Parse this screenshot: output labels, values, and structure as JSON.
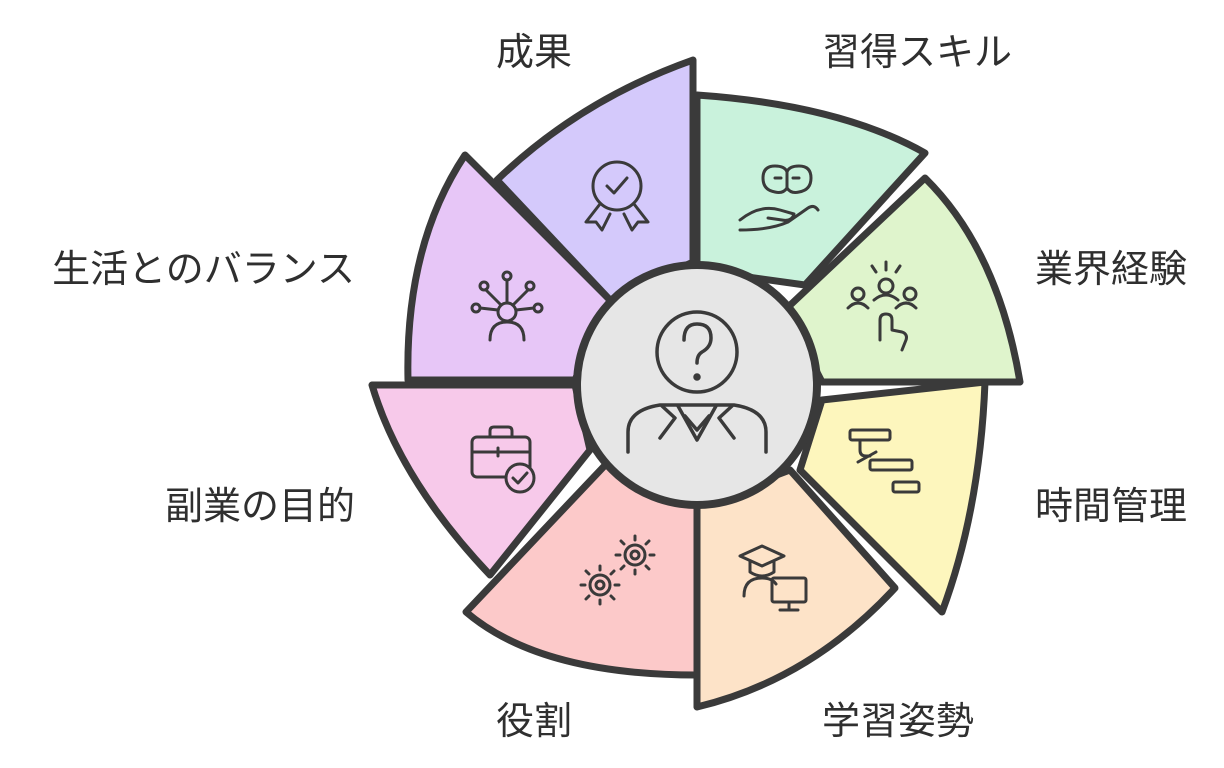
{
  "diagram": {
    "center": {
      "icon": "person-question-icon"
    },
    "segments": [
      {
        "id": "skill",
        "label": "習得スキル",
        "color": "#c9f2dc",
        "icon": "brain-hand-icon"
      },
      {
        "id": "industry",
        "label": "業界経験",
        "color": "#dff4cc",
        "icon": "team-pointer-icon"
      },
      {
        "id": "time",
        "label": "時間管理",
        "color": "#fdf6bd",
        "icon": "gantt-icon"
      },
      {
        "id": "learning",
        "label": "学習姿勢",
        "color": "#fde3c8",
        "icon": "graduate-computer-icon"
      },
      {
        "id": "role",
        "label": "役割",
        "color": "#fcc9c9",
        "icon": "gears-icon"
      },
      {
        "id": "purpose",
        "label": "副業の目的",
        "color": "#f7c9ea",
        "icon": "briefcase-check-icon"
      },
      {
        "id": "balance",
        "label": "生活とのバランス",
        "color": "#e7c6f7",
        "icon": "person-network-icon"
      },
      {
        "id": "outcome",
        "label": "成果",
        "color": "#d4c9fb",
        "icon": "award-badge-icon"
      }
    ]
  }
}
